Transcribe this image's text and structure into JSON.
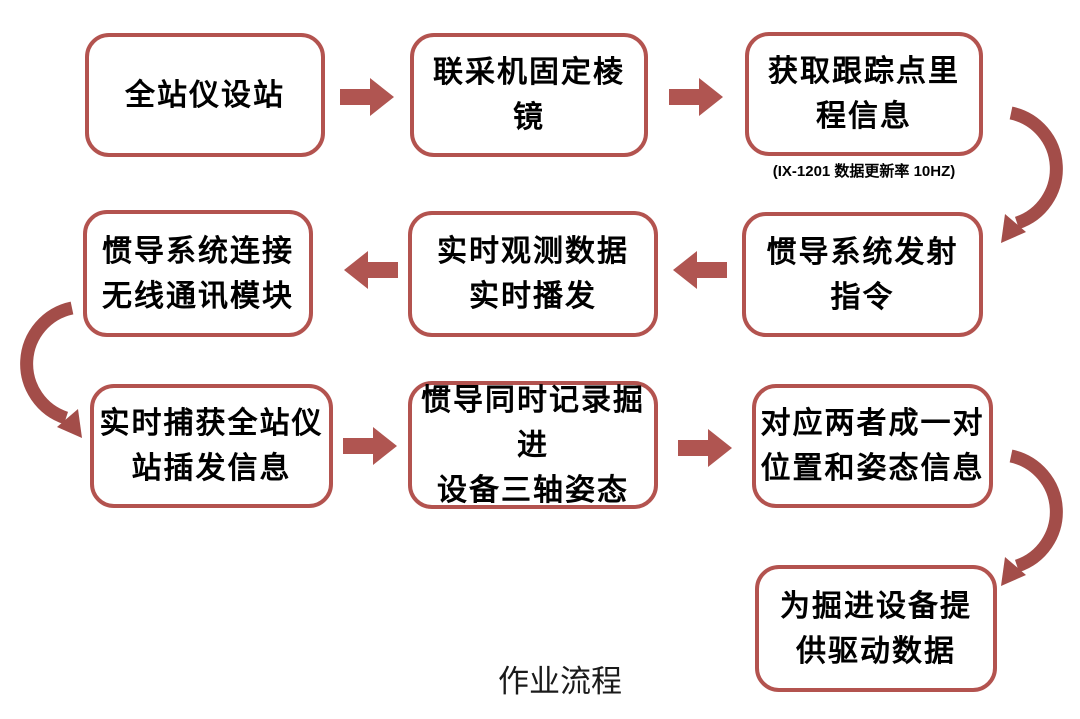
{
  "caption": "作业流程",
  "colors": {
    "box_border": "#b3534f",
    "straight_arrow": "#b05551",
    "curved_arrow": "#a34d49",
    "text": "#000000"
  },
  "nodes": [
    {
      "label": "全站仪设站"
    },
    {
      "label": "联采机固定棱\n镜"
    },
    {
      "label": "获取跟踪点里\n程信息"
    },
    {
      "label": "惯导系统发射\n指令"
    },
    {
      "label": "实时观测数据\n实时播发"
    },
    {
      "label": "惯导系统连接\n无线通讯模块"
    },
    {
      "label": "实时捕获全站仪\n站插发信息"
    },
    {
      "label": "惯导同时记录掘进\n设备三轴姿态"
    },
    {
      "label": "对应两者成一对\n位置和姿态信息"
    },
    {
      "label": "为掘进设备提\n供驱动数据"
    }
  ],
  "note": "(IX-1201 数据更新率 10HZ)"
}
